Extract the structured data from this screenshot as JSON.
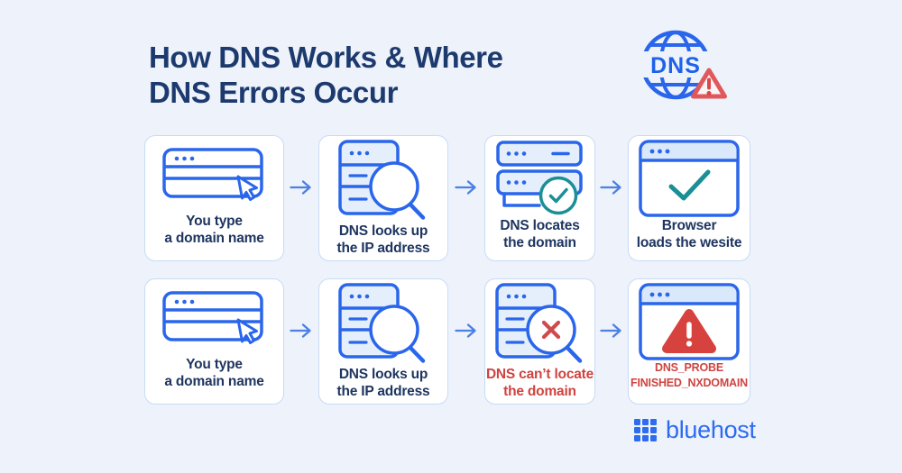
{
  "title": {
    "line1": "How DNS Works & Where",
    "line2": "DNS Errors Occur"
  },
  "header_icon": {
    "label": "DNS"
  },
  "colors": {
    "background": "#EDF2FB",
    "box_fill": "#FFFFFF",
    "box_border": "#C9DBF5",
    "icon_blue": "#2A66EC",
    "icon_light_fill": "#E5EFFC",
    "title_navy": "#1D3A6E",
    "caption_navy": "#1E3560",
    "error_red": "#CF4340",
    "warning_fill_red": "#D8423E",
    "warning_outline_red": "#E0585C",
    "teal": "#1B8F96",
    "arrow_blue": "#4C80E2",
    "brand_blue": "#2E6BF1"
  },
  "flows": [
    {
      "name": "dns-success-flow",
      "steps": [
        {
          "icon": "address-bar-cursor-icon",
          "caption": [
            "You type",
            "a domain name"
          ],
          "tone": "normal"
        },
        {
          "icon": "server-magnifier-icon",
          "caption": [
            "DNS looks up",
            "the IP address"
          ],
          "tone": "normal"
        },
        {
          "icon": "server-stack-check-icon",
          "caption": [
            "DNS locates",
            "the domain"
          ],
          "tone": "normal"
        },
        {
          "icon": "browser-check-icon",
          "caption": [
            "Browser",
            "loads the wesite"
          ],
          "tone": "normal"
        }
      ]
    },
    {
      "name": "dns-error-flow",
      "steps": [
        {
          "icon": "address-bar-cursor-icon",
          "caption": [
            "You type",
            "a domain name"
          ],
          "tone": "normal"
        },
        {
          "icon": "server-magnifier-icon",
          "caption": [
            "DNS looks up",
            "the IP address"
          ],
          "tone": "normal"
        },
        {
          "icon": "server-magnifier-error-icon",
          "caption": [
            "DNS can’t locate",
            "the domain"
          ],
          "tone": "error"
        },
        {
          "icon": "browser-warning-icon",
          "caption": [
            "DNS_PROBE",
            "FINISHED_NXDOMAIN"
          ],
          "tone": "error-code"
        }
      ]
    }
  ],
  "footer": {
    "brand": "bluehost"
  }
}
